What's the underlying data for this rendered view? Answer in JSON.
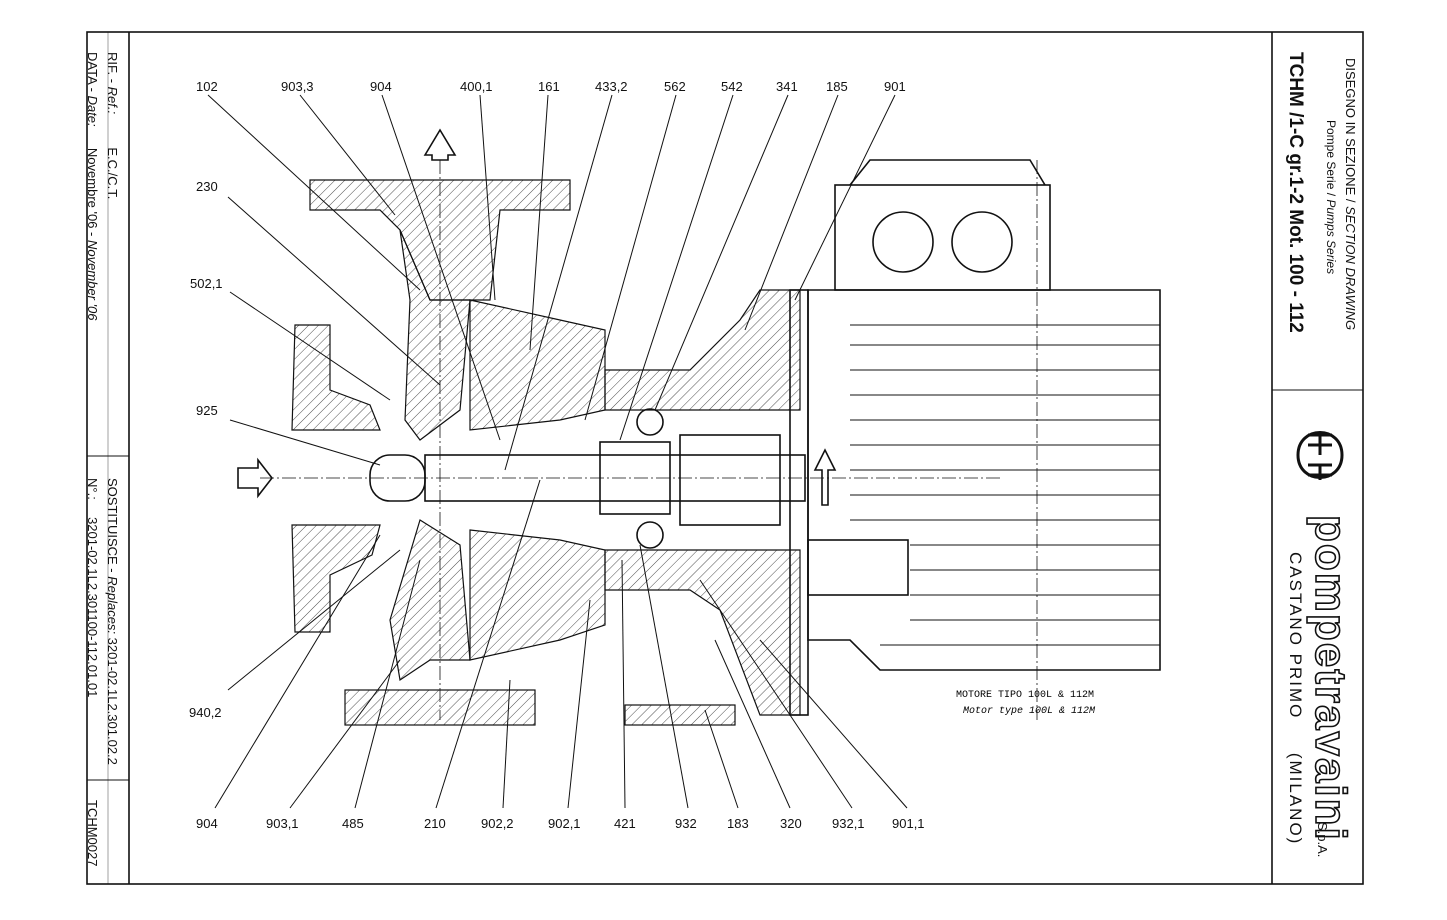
{
  "title_block": {
    "drawing_type": "DISEGNO IN SEZIONE / ",
    "drawing_type_en": "SECTION DRAWING",
    "series": "Pompe Serie / ",
    "series_en": "Pumps Series",
    "model": "TCHM /1-C gr.1-2 Mot. 100 - 112",
    "company": "pompetravaini",
    "company_suffix": "S.p.A.",
    "city": "CASTANO PRIMO",
    "province": "(MILANO)"
  },
  "left_block": {
    "ref_label": "RIF. - ",
    "ref_label_en": "Ref.:",
    "ref_value": "E.C./C.T.",
    "date_label": "DATA - ",
    "date_label_en": "Date:",
    "date_value": "Novembre '06 - ",
    "date_value_en": "November '06",
    "replaces_label": "SOSTITUISCE - ",
    "replaces_label_en": "Replaces:",
    "replaces_value": "3201-02.1L2.301.02.2",
    "number_label": "N°.:",
    "number_value": "3201-02.1L2.301100-112.01.01",
    "code": "TCHM0027"
  },
  "motor_note": {
    "it": "MOTORE TIPO 100L & 112M",
    "en": "Motor type 100L & 112M"
  },
  "callouts_top": [
    "102",
    "903,3",
    "904",
    "400,1",
    "161",
    "433,2",
    "562",
    "542",
    "341",
    "185",
    "901"
  ],
  "callouts_left": [
    "230",
    "502,1",
    "925",
    "940,2"
  ],
  "callouts_bottom": [
    "904",
    "903,1",
    "485",
    "210",
    "902,2",
    "902,1",
    "421",
    "932",
    "183",
    "320",
    "932,1",
    "901,1"
  ]
}
